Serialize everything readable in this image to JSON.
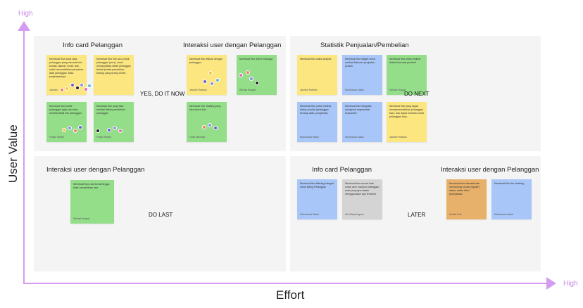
{
  "axes": {
    "y_title": "User Value",
    "x_title": "Effort",
    "y_high": "High",
    "x_high": "High",
    "color": "#d49cf0"
  },
  "quadrants": {
    "top_left": {
      "label": "YES, DO IT NOW",
      "groups": [
        {
          "title": "Info card Pelanggan"
        },
        {
          "title": "Interaksi user dengan Pelanggan"
        }
      ],
      "notes": [
        {
          "color": "yellow",
          "text": "Membuat fitur basis data pelanggan yang memuat info kontak, alamat, email, dsb. untuk memudahkan pencarian data pelanggan. Data penjelasannya.",
          "author": "Jasmine"
        },
        {
          "color": "yellow",
          "text": "Membuat fitur info card untuk pelanggan (user), untuk menampilkan detail pelanggan terkait jumlah pembelian, barang yang sering di beli.",
          "author": ""
        },
        {
          "color": "green",
          "text": "Membuat fitur profile pelanggan agar user bisa melihat detail info pelanggan",
          "author": "Farhan Rizaldi"
        },
        {
          "color": "green",
          "text": "Membuat fitur yang bisa melihat history pembelian pelanggan",
          "author": "Farhan Rizaldi"
        },
        {
          "color": "yellow",
          "text": "Membuat fitur diskusi dengan pelanggan",
          "author": "Jasmine Rahman"
        },
        {
          "color": "green",
          "text": "Membuat fitur direct message",
          "author": "Rahmat Hidayat"
        },
        {
          "color": "green",
          "text": "Membuat fitur chatting yang bisa share foto",
          "author": "Farah Nurmaya"
        }
      ]
    },
    "top_right": {
      "label": "DO NEXT",
      "groups": [
        {
          "title": "Statistik Penjualan/Pembelian"
        }
      ],
      "notes": [
        {
          "color": "yellow",
          "text": "Membuat fitur sales analytic",
          "author": "Jasmine Rahman"
        },
        {
          "color": "blue",
          "text": "Membuat fitur insight untuk melihat fluktuasi penjualan produk",
          "author": "Muhammad Haikal"
        },
        {
          "color": "green",
          "text": "Membuat fitur untuk melihat detail informasi pembeli",
          "author": "Rahmat Hidayat"
        },
        {
          "color": "blue",
          "text": "Membuat fitur untuk melihat status produk (pelanggan bersiap data, pengiriman,",
          "author": "Muhammad Haikal"
        },
        {
          "color": "blue",
          "text": "Membuat fitur infografis mengenai segmentasi konsumen",
          "author": "Muhammad Haikal"
        },
        {
          "color": "yellow",
          "text": "Membuat fitur yang dapat mempermudahkan pelanggan baru, dan dapat menarik minat pelanggan baru.",
          "author": "Jasmine Rahman"
        }
      ]
    },
    "bottom_left": {
      "label": "DO LAST",
      "groups": [
        {
          "title": "Interaksi user dengan Pelanggan"
        }
      ],
      "notes": [
        {
          "color": "green",
          "text": "Membuat fitur chat bot sehingga tidak menyulitkan user",
          "author": "Rahmat Hidayat"
        }
      ]
    },
    "bottom_right": {
      "label": "LATER",
      "groups": [
        {
          "title": "Info card Pelanggan"
        },
        {
          "title": "Interaksi user dengan Pelanggan"
        }
      ],
      "notes": [
        {
          "color": "blue",
          "text": "Membuat fitur filtering kategori untuk listing Pelanggan",
          "author": "Muhammad Haikal"
        },
        {
          "color": "grey",
          "text": "Membuat fitur record baik untuk user maupun pelanggan saat yang lupa dalam menggunakan app tersebut.",
          "author": "Aria Widyaningrum"
        },
        {
          "color": "orange",
          "text": "Membuat fitur interaksi dan mendorong sosial (reguler) dalam daftar toko / perusahaan",
          "author": "Aurelia Putri"
        },
        {
          "color": "blue",
          "text": "Membuat fitur live chatting",
          "author": "Muhammad Haikal"
        }
      ]
    }
  },
  "colors": {
    "yellow": "#fbe680",
    "green": "#94de8a",
    "blue": "#a8c6f7",
    "grey": "#d4d4d4",
    "orange": "#e8b16b",
    "quadrant_bg": "#f4f4f4"
  }
}
